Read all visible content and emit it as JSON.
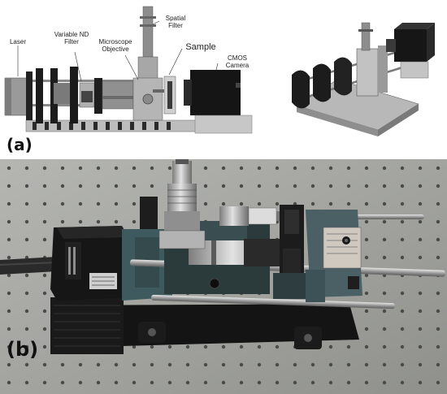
{
  "labels": {
    "laser": "Laser",
    "variable_nd_filter": "Variable ND\nFilter",
    "microscope_objective": "Microscope\nObjective",
    "spatial_filter": "Spatial\nFilter",
    "sample": "Sample",
    "cmos_camera": "CMOS\nCamera"
  },
  "panels": {
    "a": "(a)",
    "b": "(b)"
  },
  "colors": {
    "cad_dark": "#2b2b2b",
    "cad_mid": "#8a8a8a",
    "cad_light": "#c9c9c9",
    "camera_black": "#111111",
    "breadboard": "#a9aaa6",
    "base_black": "#151515",
    "accent_teal": "#3f5f63"
  }
}
